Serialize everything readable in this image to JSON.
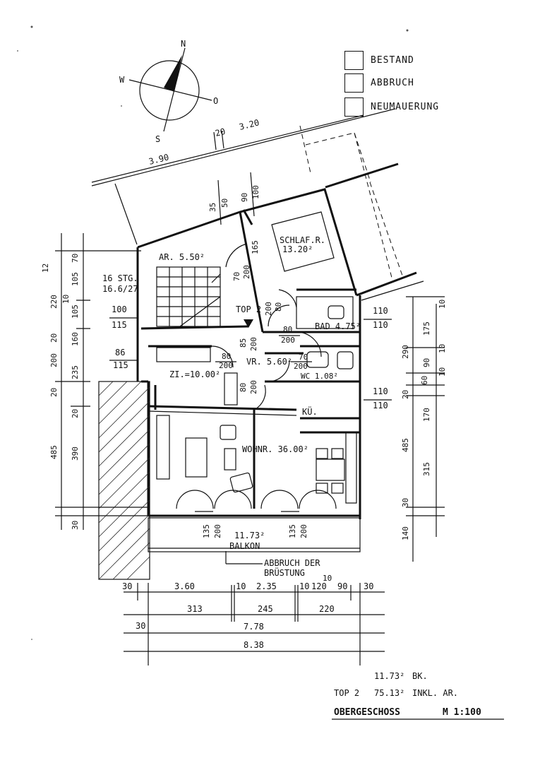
{
  "compass": {
    "north": "N",
    "south": "S",
    "west": "W",
    "east": "O"
  },
  "legend": [
    {
      "label": "BESTAND"
    },
    {
      "label": "ABBRUCH"
    },
    {
      "label": "NEUMAUERUNG"
    }
  ],
  "rooms": {
    "abstellraum": "AR. 5.50²",
    "schlafzimmer_1": "SCHLAF.R.",
    "schlafzimmer_2": "13.20²",
    "bad": "BAD 4.75²",
    "top": "TOP 2",
    "vorraum": "VR. 5.60²",
    "wc": "WC 1.08²",
    "zimmer": "ZI.=10.00²",
    "kueche": "KÜ.",
    "wohnraum": "WOHNR. 36.00²",
    "balkon_area": "11.73²",
    "balkon": "BALKON",
    "stairs_1": "16 STG.",
    "stairs_2": "16.6/27"
  },
  "notes": {
    "abbruch_1": "ABBRUCH DER",
    "abbruch_2": "BRÜSTUNG"
  },
  "dims": {
    "top_390": "3.90",
    "top_20": "20",
    "top_320": "3.20",
    "d35": "35",
    "d50": "50",
    "d90": "90",
    "d100": "100",
    "d165": "165",
    "d70": "70",
    "d200a": "200",
    "l12": "12",
    "l70": "70",
    "l105a": "105",
    "l220": "220",
    "l10": "10",
    "l105b": "105",
    "l20a": "20",
    "l160": "160",
    "l200": "200",
    "l235": "235",
    "l20b": "20",
    "l20c": "20",
    "l485": "485",
    "l390": "390",
    "l30": "30",
    "w100": "100",
    "w115a": "115",
    "w86": "86",
    "w115b": "115",
    "dr80a": "80",
    "dr200a": "200",
    "dr80b": "80",
    "dr200b": "200",
    "dr85": "85",
    "dr200c": "200",
    "dr80c": "80",
    "dr200d": "200",
    "dr80d": "80",
    "dr200e": "200",
    "dr70": "70",
    "dr200f": "200",
    "r110a": "110",
    "r110b": "110",
    "r110c": "110",
    "r110d": "110",
    "r10a": "10",
    "r175": "175",
    "r290": "290",
    "r10b": "10",
    "r90": "90",
    "r10c": "10",
    "r60": "60",
    "r20": "20",
    "r170": "170",
    "r485": "485",
    "r315": "315",
    "r30": "30",
    "r140": "140",
    "b135a": "135",
    "b200a": "200",
    "b135b": "135",
    "b200b": "200",
    "bot30a": "30",
    "bot360": "3.60",
    "bot10a": "10",
    "bot235": "2.35",
    "bot10b": "10",
    "bot120": "120",
    "bot10c": "10",
    "bot90": "90",
    "bot30b": "30",
    "bot313": "313",
    "bot245": "245",
    "bot220": "220",
    "bot30c": "30",
    "bot778": "7.78",
    "bot838": "8.38"
  },
  "summary": {
    "bk_value": "11.73²",
    "bk_label": "BK.",
    "top_label": "TOP 2",
    "top_value": "75.13²",
    "top_note": "INKL. AR.",
    "title": "OBERGESCHOSS",
    "scale": "M 1:100"
  }
}
